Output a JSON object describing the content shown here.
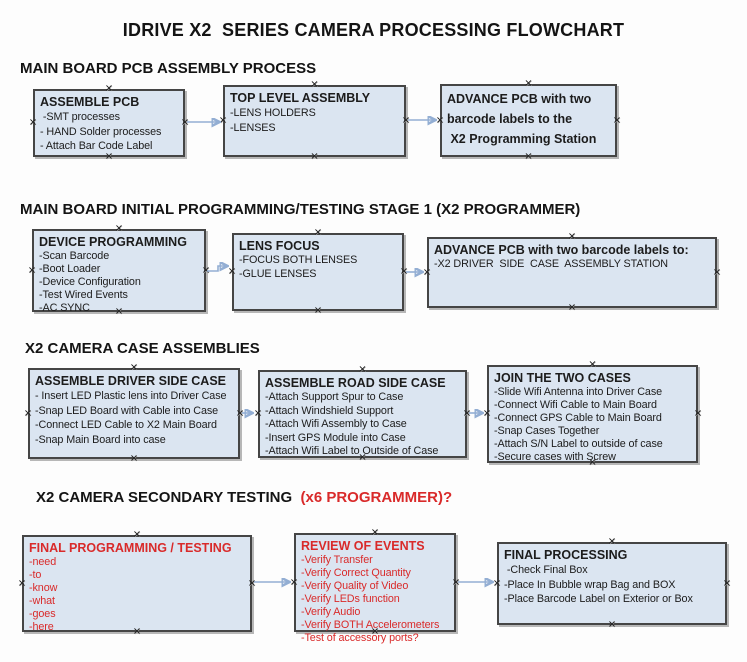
{
  "title": "IDRIVE X2  SERIES CAMERA PROCESSING FLOWCHART",
  "sections": [
    {
      "heading": "MAIN BOARD PCB ASSEMBLY PROCESS"
    },
    {
      "heading": "MAIN BOARD INITIAL PROGRAMMING/TESTING STAGE 1 (X2 PROGRAMMER)"
    },
    {
      "heading": "X2 CAMERA CASE ASSEMBLIES"
    },
    {
      "heading": "X2 CAMERA SECONDARY TESTING",
      "heading_red": "  (x6 PROGRAMMER)?"
    }
  ],
  "boxes": [
    {
      "title": "ASSEMBLE PCB",
      "lines": [
        " -SMT processes",
        "- HAND Solder processes",
        "- Attach Bar Code Label"
      ]
    },
    {
      "title": "TOP LEVEL ASSEMBLY",
      "lines": [
        "-LENS HOLDERS",
        "-LENSES"
      ]
    },
    {
      "lines": [
        "ADVANCE PCB with two",
        "barcode labels to the",
        " X2 Programming Station"
      ]
    },
    {
      "title": "DEVICE PROGRAMMING",
      "lines": [
        "-Scan Barcode",
        "-Boot Loader",
        "-Device Configuration",
        "-Test Wired Events",
        "-AC SYNC"
      ]
    },
    {
      "title": "LENS FOCUS",
      "lines": [
        "-FOCUS BOTH LENSES",
        "-GLUE LENSES"
      ]
    },
    {
      "title": "ADVANCE PCB with two barcode labels to:",
      "lines": [
        "-X2 DRIVER  SIDE  CASE  ASSEMBLY STATION"
      ]
    },
    {
      "title": "ASSEMBLE DRIVER SIDE CASE",
      "lines": [
        "- Insert LED Plastic lens into Driver Case",
        "-Snap LED Board with Cable into Case",
        "-Connect LED Cable to X2 Main Board",
        "-Snap Main Board into case"
      ]
    },
    {
      "title": "ASSEMBLE ROAD SIDE CASE",
      "lines": [
        "-Attach Support Spur to Case",
        "-Attach Windshield Support",
        "-Attach Wifi Assembly to Case",
        "-Insert GPS Module into Case",
        "-Attach Wifi Label to Outside of Case"
      ]
    },
    {
      "title": "JOIN THE TWO CASES",
      "lines": [
        "-Slide Wifi Antenna into Driver Case",
        "-Connect Wifi Cable to Main Board",
        "-Connect GPS Cable to Main Board",
        "-Snap Cases Together",
        "-Attach S/N Label to outside of case",
        "-Secure cases with Screw"
      ]
    },
    {
      "title": "FINAL PROGRAMMING / TESTING",
      "lines": [
        "-need",
        "-to",
        "-know",
        "-what",
        "-goes",
        "-here"
      ]
    },
    {
      "title": "REVIEW OF EVENTS",
      "lines": [
        "-Verify Transfer",
        "-Verify Correct Quantity",
        "-Verify Quality of Video",
        "-Verify LEDs function",
        "-Verify Audio",
        "-Verify BOTH Accelerometers",
        "-Test of accessory ports?"
      ]
    },
    {
      "title": "FINAL PROCESSING",
      "lines": [
        " -Check Final Box",
        "-Place In Bubble wrap Bag and BOX",
        "-Place Barcode Label on Exterior or Box"
      ]
    }
  ],
  "icons": {
    "connection_handle_glyph": "×"
  },
  "colors": {
    "box_fill": "#dbe5f1",
    "box_border": "#454545",
    "text_black": "#1c1c1c",
    "accent_red": "#d92a2a",
    "arrow_shaft": "#93aed3",
    "arrow_head": "#4f81bd",
    "background": "#ffffff"
  }
}
